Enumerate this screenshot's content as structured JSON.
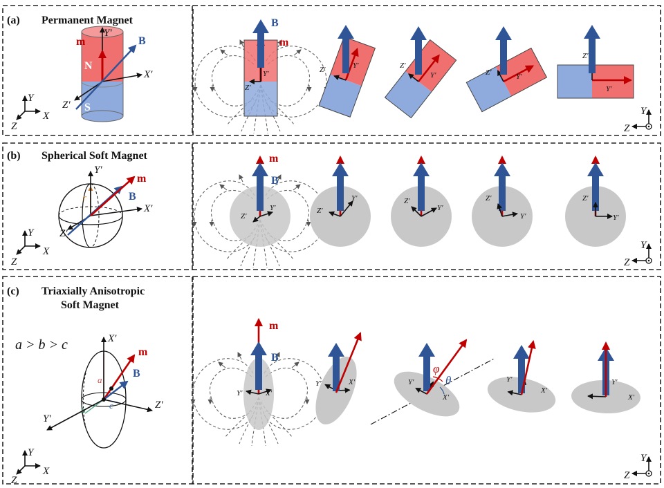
{
  "panels": {
    "a": {
      "tag": "(a)",
      "title": "Permanent Magnet",
      "north": "N",
      "south": "S"
    },
    "b": {
      "tag": "(b)",
      "title": "Spherical Soft Magnet",
      "radius": "r"
    },
    "c": {
      "tag": "(c)",
      "title_line1": "Triaxially Anisotropic",
      "title_line2": "Soft Magnet",
      "relation": "a > b > c",
      "semi_a": "a",
      "semi_b": "b",
      "semi_c": "c",
      "angle_phi": "φ",
      "angle_theta": "θ"
    }
  },
  "labels": {
    "m": "m",
    "B": "B",
    "X": "X",
    "Y": "Y",
    "Z": "Z",
    "Xp": "X′",
    "Yp": "Y′",
    "Zp": "Z′"
  },
  "colors": {
    "magnetization_red": "#c00000",
    "field_blue": "#2f5597",
    "north_fill": "#f07070",
    "south_fill": "#8faadc",
    "soft_gray": "#c8c8c8"
  }
}
